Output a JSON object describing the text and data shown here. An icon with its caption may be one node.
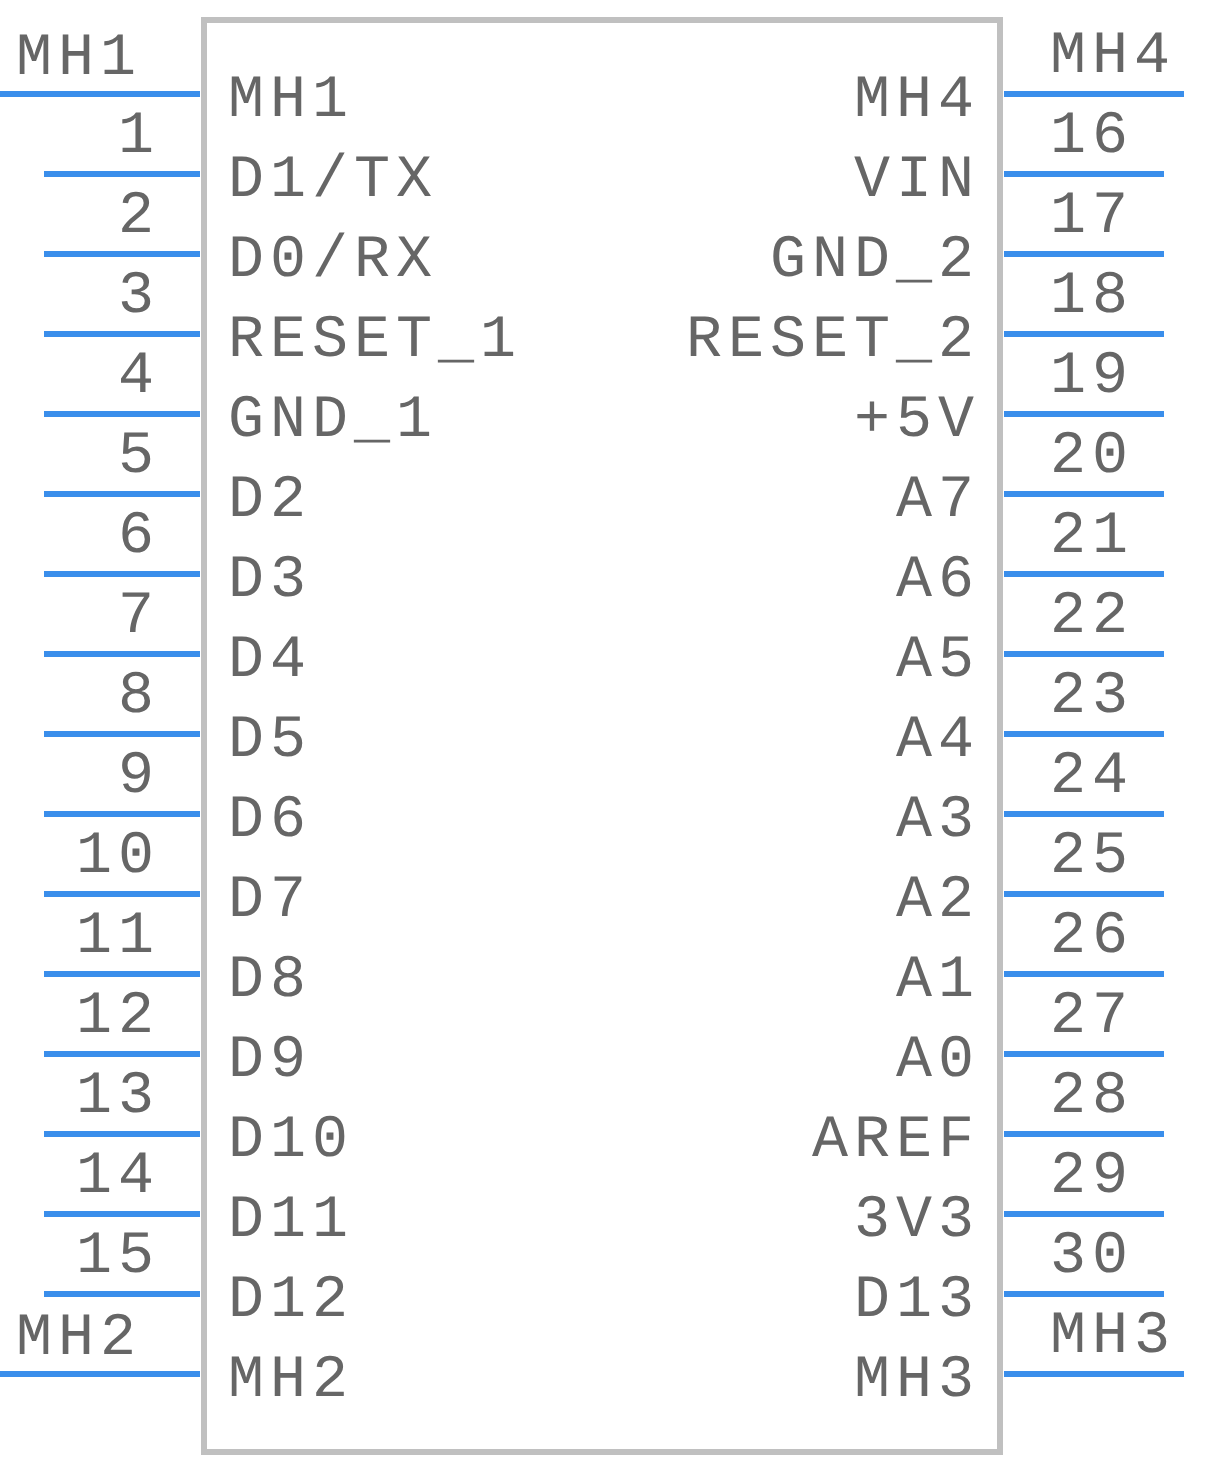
{
  "diagram": {
    "labels": [
      "MH1",
      "MH4",
      "MH1",
      "MH4",
      "1",
      "16",
      "D1/TX",
      "VIN",
      "2",
      "17",
      "D0/RX",
      "GND_2",
      "3",
      "18",
      "RESET_1",
      "RESET_2",
      "4",
      "19",
      "GND_1",
      "+5V",
      "5",
      "20",
      "D2",
      "A7",
      "6",
      "21",
      "D3",
      "A6",
      "7",
      "22",
      "D4",
      "A5",
      "8",
      "23",
      "D5",
      "A4",
      "9",
      "24",
      "D6",
      "A3",
      "10",
      "25",
      "D7",
      "A2",
      "11",
      "26",
      "D8",
      "A1",
      "12",
      "27",
      "D9",
      "A0",
      "13",
      "28",
      "D10",
      "AREF",
      "14",
      "29",
      "D11",
      "3V3",
      "15",
      "30",
      "D12",
      "D13",
      "MH2",
      "MH3",
      "MH2",
      "MH3"
    ]
  }
}
